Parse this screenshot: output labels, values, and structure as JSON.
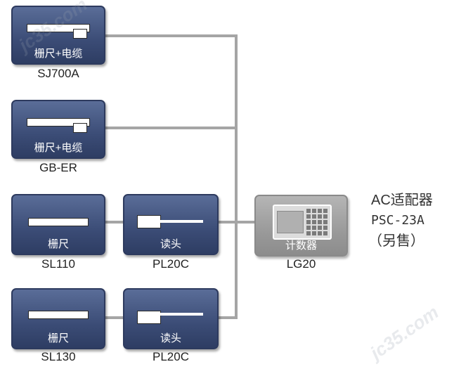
{
  "devices": [
    {
      "label": "栅尺+电缆",
      "caption": "SJ700A"
    },
    {
      "label": "栅尺+电缆",
      "caption": "GB-ER"
    },
    {
      "label": "栅尺",
      "caption": "SL110"
    },
    {
      "label": "读头",
      "caption": "PL20C"
    },
    {
      "label": "计数器",
      "caption": "LG20"
    },
    {
      "label": "栅尺",
      "caption": "SL130"
    },
    {
      "label": "读头",
      "caption": "PL20C"
    }
  ],
  "side_note": {
    "line1": "AC适配器",
    "line2": "PSC-23A",
    "line3": "（另售）"
  },
  "watermarks": [
    "jc35.com",
    "jc35.com"
  ],
  "colors": {
    "box": "#3b4c76",
    "wire": "#a5a5a5",
    "counter": "#9a9a9a"
  }
}
